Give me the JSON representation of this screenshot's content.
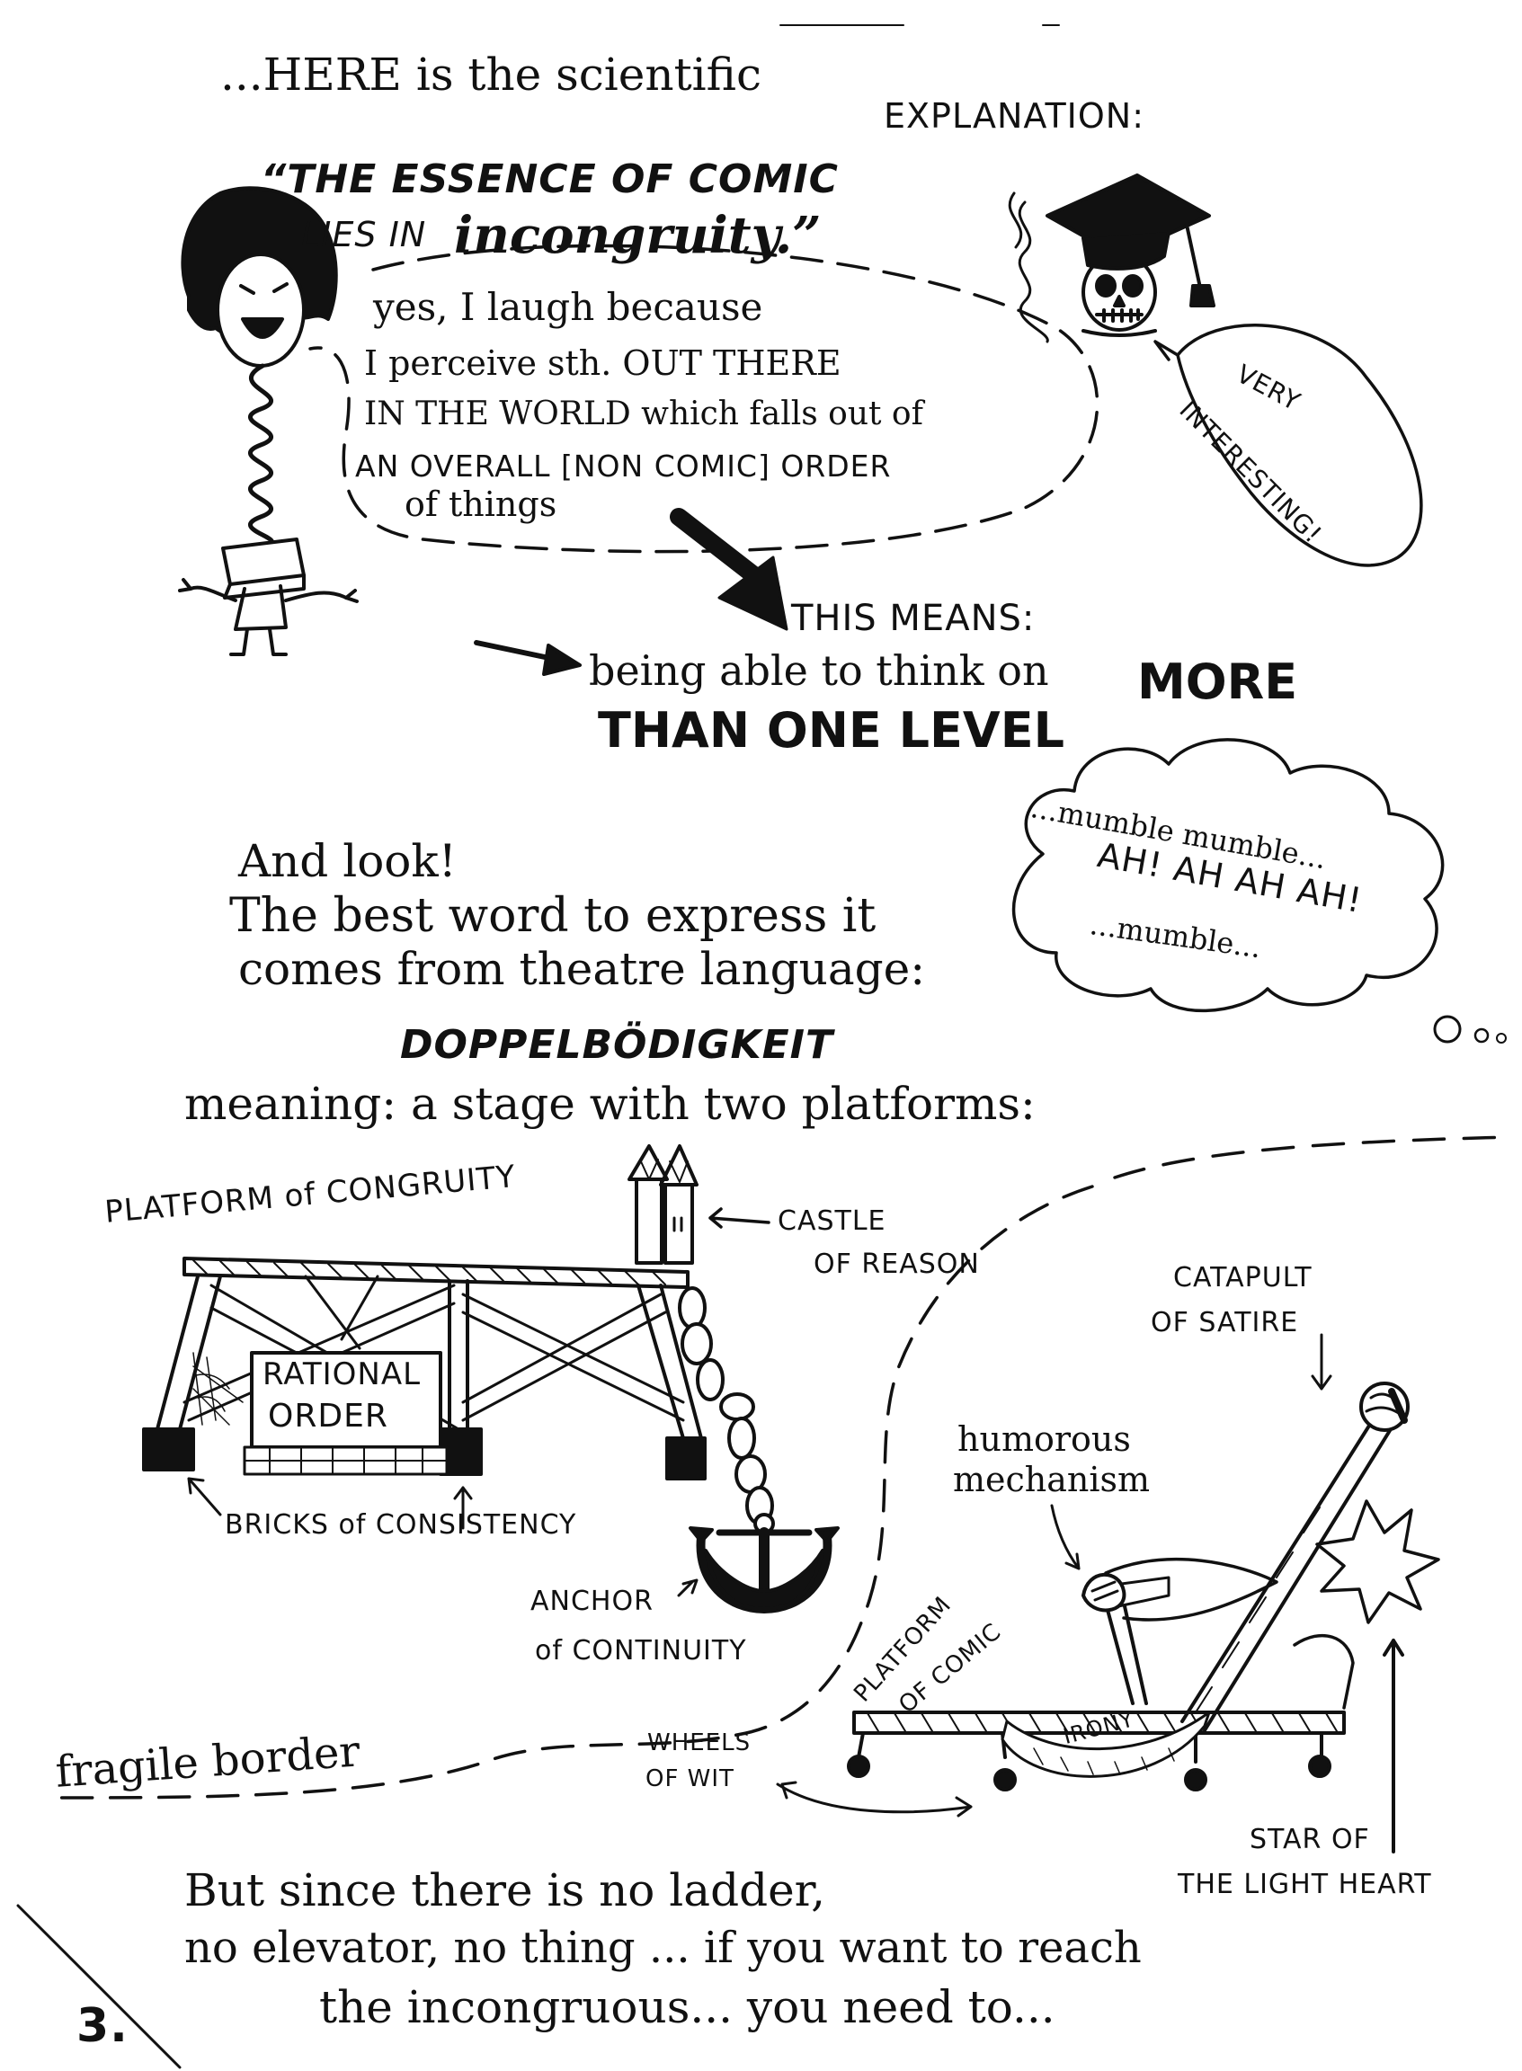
{
  "header": {
    "intro": "...HERE is the scientific",
    "explanation": "EXPLANATION:"
  },
  "quote": {
    "line1": "“THE ESSENCE OF COMIC",
    "line2_prefix": "LIES IN",
    "line2_word": "incongruity.”"
  },
  "thought": {
    "line1": "yes, I laugh because",
    "line2": "I perceive sth. OUT THERE",
    "line3": "IN THE WORLD which falls out of",
    "line4": "AN OVERALL [NON COMIC] ORDER",
    "line5": "of things"
  },
  "skull_bubble": {
    "line1": "VERY",
    "line2": "INTERESTING!"
  },
  "means": {
    "label": "THIS MEANS:",
    "line1_prefix": "being able to think on",
    "line1_bold": "MORE",
    "line2_bold": "THAN ONE LEVEL"
  },
  "cloud": {
    "line1": "...mumble mumble...",
    "line2": "AH! AH AH AH!",
    "line3": "...mumble..."
  },
  "look": {
    "line1": "And look!",
    "line2": "The best word to express it",
    "line3": "comes from theatre language:",
    "word": "DOPPELBÖDIGKEIT",
    "meaning": "meaning: a stage with two platforms:"
  },
  "labels": {
    "platform_congruity": "PLATFORM of CONGRUITY",
    "castle": "CASTLE",
    "castle2": "OF REASON",
    "catapult": "CATAPULT",
    "catapult2": "OF SATIRE",
    "rational": "RATIONAL",
    "order": "ORDER",
    "humorous": "humorous",
    "mechanism": "mechanism",
    "bricks": "BRICKS of CONSISTENCY",
    "anchor": "ANCHOR",
    "anchor2": "of CONTINUITY",
    "platform_comic": "PLATFORM",
    "platform_comic2": "OF COMIC",
    "irony": "IRONY",
    "fragile": "fragile border",
    "wheels": "WHEELS",
    "wheels2": "OF WIT",
    "star": "STAR OF",
    "star2": "THE LIGHT HEART"
  },
  "footer": {
    "line1": "But since there is no ladder,",
    "line2": "no elevator, no thing ... if you want to reach",
    "line3": "the incongruous... you need to...",
    "page_number": "3."
  }
}
